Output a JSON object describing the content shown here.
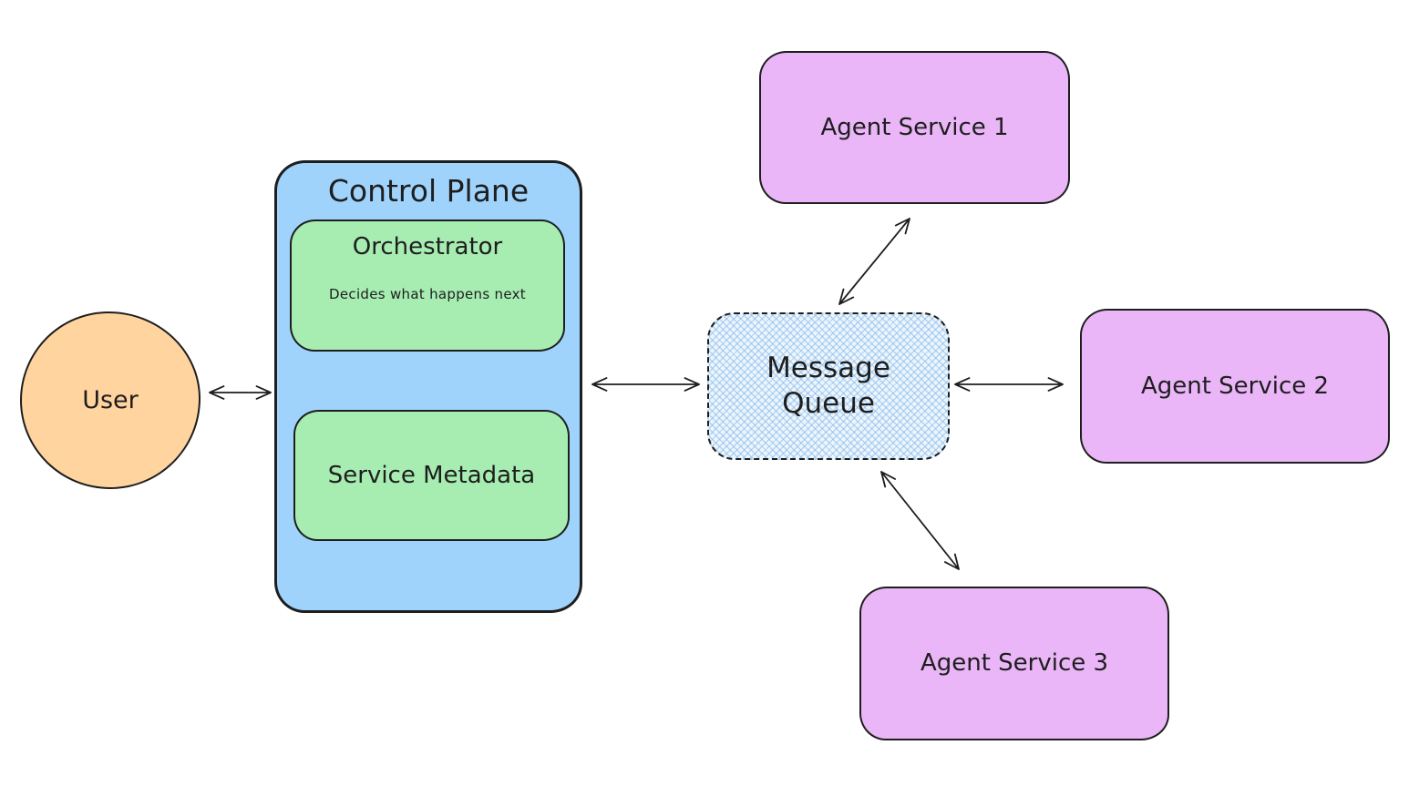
{
  "canvas": {
    "background": "#ffffff",
    "stroke_color": "#1e1e1e"
  },
  "nodes": {
    "user": {
      "label": "User",
      "shape": "circle",
      "fill": "#ffd49e"
    },
    "control_plane": {
      "label": "Control Plane",
      "shape": "rounded-rectangle",
      "fill": "#a0d3fc"
    },
    "orchestrator": {
      "label": "Orchestrator",
      "description": "Decides what happens next",
      "shape": "rounded-rectangle",
      "fill": "#a7edb2"
    },
    "service_metadata": {
      "label": "Service Metadata",
      "shape": "rounded-rectangle",
      "fill": "#a7edb2"
    },
    "message_queue": {
      "label": "Message Queue",
      "lines": [
        "Message",
        "Queue"
      ],
      "shape": "rounded-rectangle",
      "fill": "#edf5fc",
      "border_style": "dashed",
      "fill_style": "cross-hatch"
    },
    "agent_service_1": {
      "label": "Agent Service 1",
      "shape": "rounded-rectangle",
      "fill": "#eab6f8"
    },
    "agent_service_2": {
      "label": "Agent Service 2",
      "shape": "rounded-rectangle",
      "fill": "#eab6f8"
    },
    "agent_service_3": {
      "label": "Agent Service 3",
      "shape": "rounded-rectangle",
      "fill": "#eab6f8"
    }
  },
  "edges": [
    {
      "id": "user-control-plane",
      "from": "user",
      "to": "control_plane",
      "direction": "bidirectional"
    },
    {
      "id": "control-plane-message-queue",
      "from": "control_plane",
      "to": "message_queue",
      "direction": "bidirectional"
    },
    {
      "id": "message-queue-agent-1",
      "from": "message_queue",
      "to": "agent_service_1",
      "direction": "bidirectional"
    },
    {
      "id": "message-queue-agent-2",
      "from": "message_queue",
      "to": "agent_service_2",
      "direction": "bidirectional"
    },
    {
      "id": "message-queue-agent-3",
      "from": "message_queue",
      "to": "agent_service_3",
      "direction": "bidirectional"
    }
  ]
}
